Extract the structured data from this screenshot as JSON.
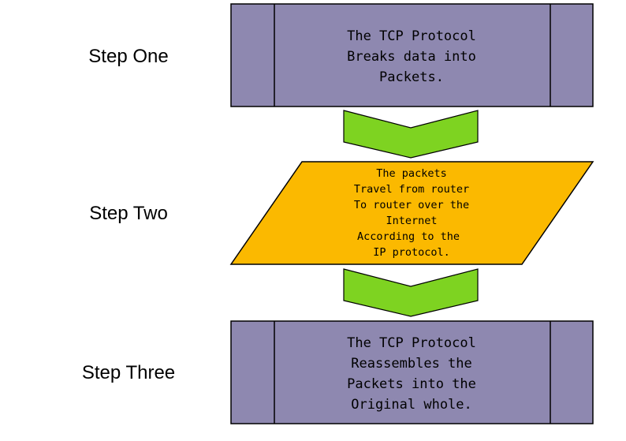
{
  "steps": [
    {
      "label": "Step One",
      "lines": [
        "The TCP Protocol",
        "Breaks data into",
        "Packets."
      ]
    },
    {
      "label": "Step Two",
      "lines": [
        "The packets",
        "Travel from router",
        "To router over the",
        "Internet",
        "According to the",
        "IP protocol."
      ]
    },
    {
      "label": "Step Three",
      "lines": [
        "The TCP Protocol",
        "Reassembles the",
        "Packets into the",
        "Original whole."
      ]
    }
  ],
  "colors": {
    "process_box": "#8e88b0",
    "io_shape": "#fbb900",
    "arrow": "#7ed321",
    "stroke": "#000000"
  }
}
